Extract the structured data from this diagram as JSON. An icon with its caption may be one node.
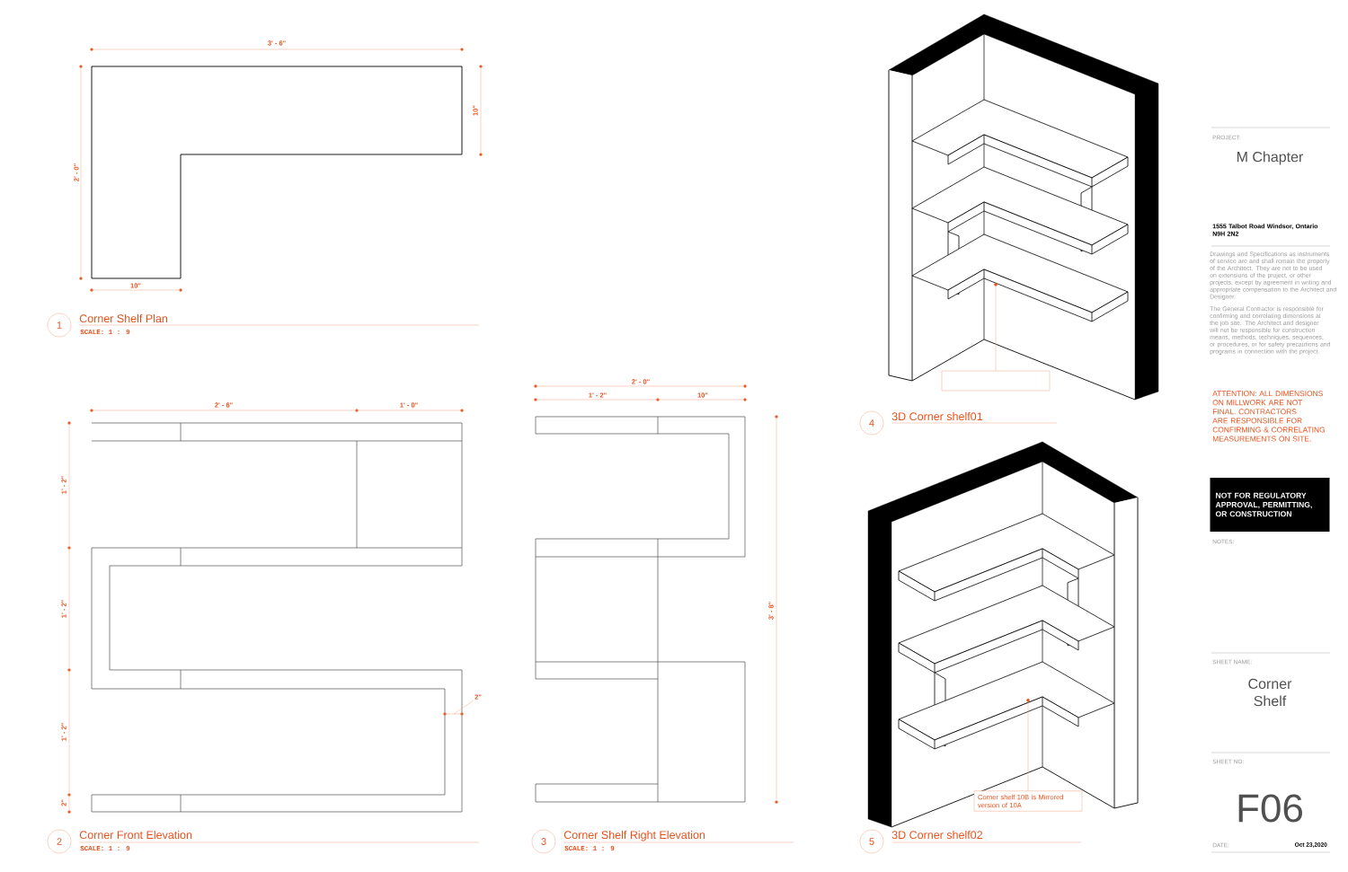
{
  "diagram": {
    "nodes": [
      {
        "text": [
          "1"
        ],
        "beside": [
          "Corner Shelf Plan",
          "SCALE: 1 : 9"
        ]
      },
      {
        "text": [
          "2"
        ],
        "beside": [
          "Corner Front Elevation",
          "SCALE: 1 : 9"
        ]
      },
      {
        "text": [
          "3"
        ],
        "beside": [
          "Corner Shelf Right Elevation",
          "SCALE: 1 : 9"
        ]
      },
      {
        "text": [
          "4"
        ],
        "beside": [
          "3D Corner shelf01"
        ]
      },
      {
        "text": [],
        "shape": "box"
      },
      {
        "text": [
          "5"
        ],
        "beside": [
          "3D Corner shelf02"
        ]
      },
      {
        "text": [
          "Corner shelf 10B is Mirrored version of 10A"
        ]
      },
      {
        "text": [
          "NOT FOR REGULATORY APPROVAL, PERMITTING, OR CONSTRUCTION"
        ]
      }
    ],
    "edges": [
      {
        "from": 4,
        "to": null,
        "arrow": "to"
      },
      {
        "from": 6,
        "to": null,
        "arrow": "to"
      }
    ],
    "labels": [
      "3' - 6\"",
      "10\"",
      "2' - 0\"",
      "10\"",
      "2' - 6\"",
      "1' - 0\"",
      "2' - 0\"",
      "1' - 2\"",
      "10\"",
      "1' - 2\"",
      "1' - 2\"",
      "1' - 2\"",
      "2\"",
      "3' - 8\"",
      "2\"",
      "PROJECT:",
      "M Chapter",
      "1555 Talbot Road Windsor, Ontario N9H 2N2",
      "Drawings and Specifications as instruments of service are and shall remain the property of the Architect. They are not to be used on extensions of the project, or other projects, except by agreement in writing and appropriate compensation to the Architect and Designer.",
      "The General Contractor is responsible for confirming and correlating dimensions at the job site. The Architect and designer will not be responsible for construction means, methods, techniques, sequences, or procedures, or for safety precautions and programs in connection with the project.",
      "ATTENTION: ALL DIMENSIONS ON MILLWORK ARE NOT FINAL. CONTRACTORS ARE RESPONSIBLE FOR CONFIRMING & CORRELATING MEASUREMENTS ON SITE.",
      "NOTES:",
      "SHEET NAME:",
      "Corner Shelf",
      "SHEET NO:",
      "F06",
      "DATE:",
      "Oct 23,2020"
    ]
  }
}
